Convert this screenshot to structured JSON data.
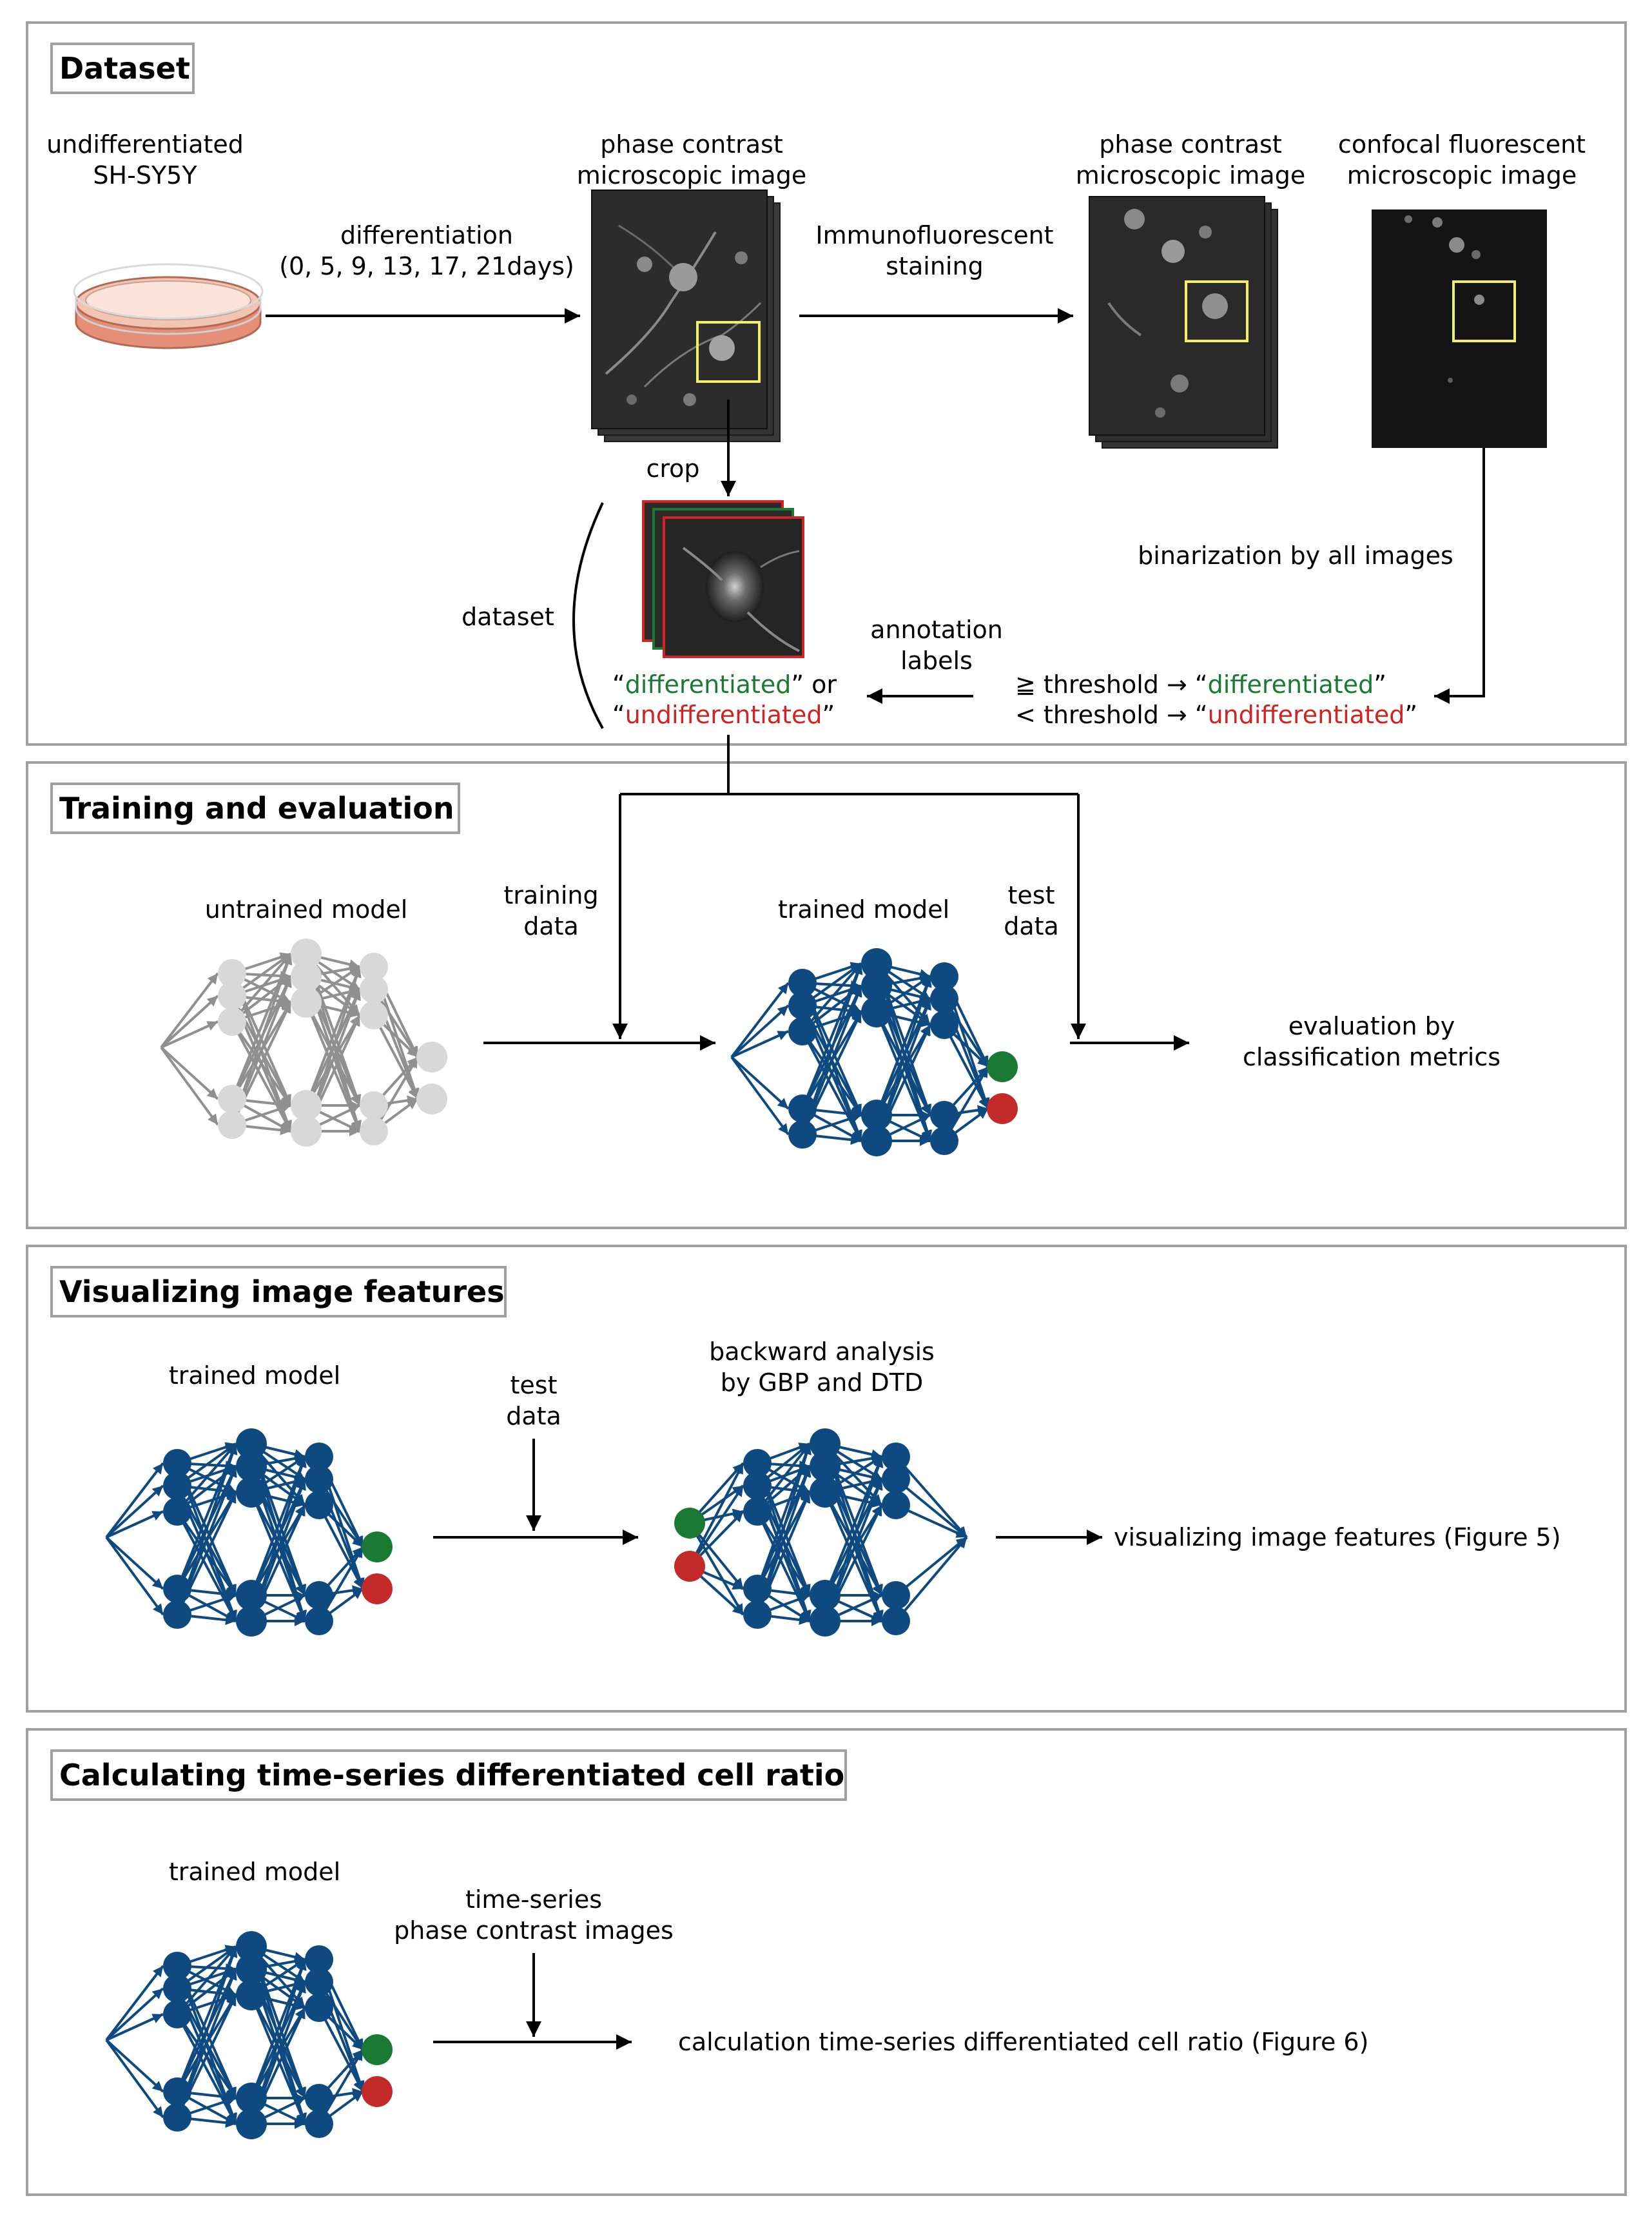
{
  "sections": {
    "dataset": {
      "title": "Dataset",
      "undiff_line1": "undifferentiated",
      "undiff_line2": "SH-SY5Y",
      "differentiation_line1": "differentiation",
      "differentiation_line2": "(0, 5, 9, 13, 17, 21days)",
      "phase_line1": "phase contrast",
      "phase_line2": "microscopic image",
      "if_line1": "Immunofluorescent",
      "if_line2": "staining",
      "phase2_line1": "phase contrast",
      "phase2_line2": "microscopic image",
      "confocal_line1": "confocal fluorescent",
      "confocal_line2": "microscopic image",
      "crop": "crop",
      "binarization": "binarization by all images",
      "dataset_label": "dataset",
      "annotation_line1": "annotation",
      "annotation_line2": "labels",
      "q_open": "“",
      "differentiated": "differentiated",
      "q_close_or": "” or",
      "q_close": "”",
      "undifferentiated": "undifferentiated",
      "ge_threshold": "≧ threshold → “",
      "lt_threshold": "< threshold → “"
    },
    "training": {
      "title": "Training and evaluation",
      "untrained": "untrained model",
      "training_line1": "training",
      "training_line2": "data",
      "trained": "trained model",
      "test_line1": "test",
      "test_line2": "data",
      "eval_line1": "evaluation by",
      "eval_line2": "classification metrics"
    },
    "visualizing": {
      "title": "Visualizing image features",
      "trained": "trained model",
      "test_line1": "test",
      "test_line2": "data",
      "backward_line1": "backward analysis",
      "backward_line2": "by GBP and DTD",
      "result": "visualizing image features (Figure 5)"
    },
    "calculating": {
      "title": "Calculating time-series differentiated cell ratio",
      "trained": "trained model",
      "ts_line1": "time-series",
      "ts_line2": "phase contrast images",
      "result": "calculation time-series differentiated cell ratio (Figure 6)"
    }
  },
  "colors": {
    "frame": "#a0a0a0",
    "network_blue": "#0e4a80",
    "untrained_node": "#d8d8d8",
    "untrained_edge": "#909090",
    "output_green": "#1a7a34",
    "output_red": "#c32a2a",
    "highlight_box": "#f2ee6a",
    "dish": "#e89a85"
  }
}
